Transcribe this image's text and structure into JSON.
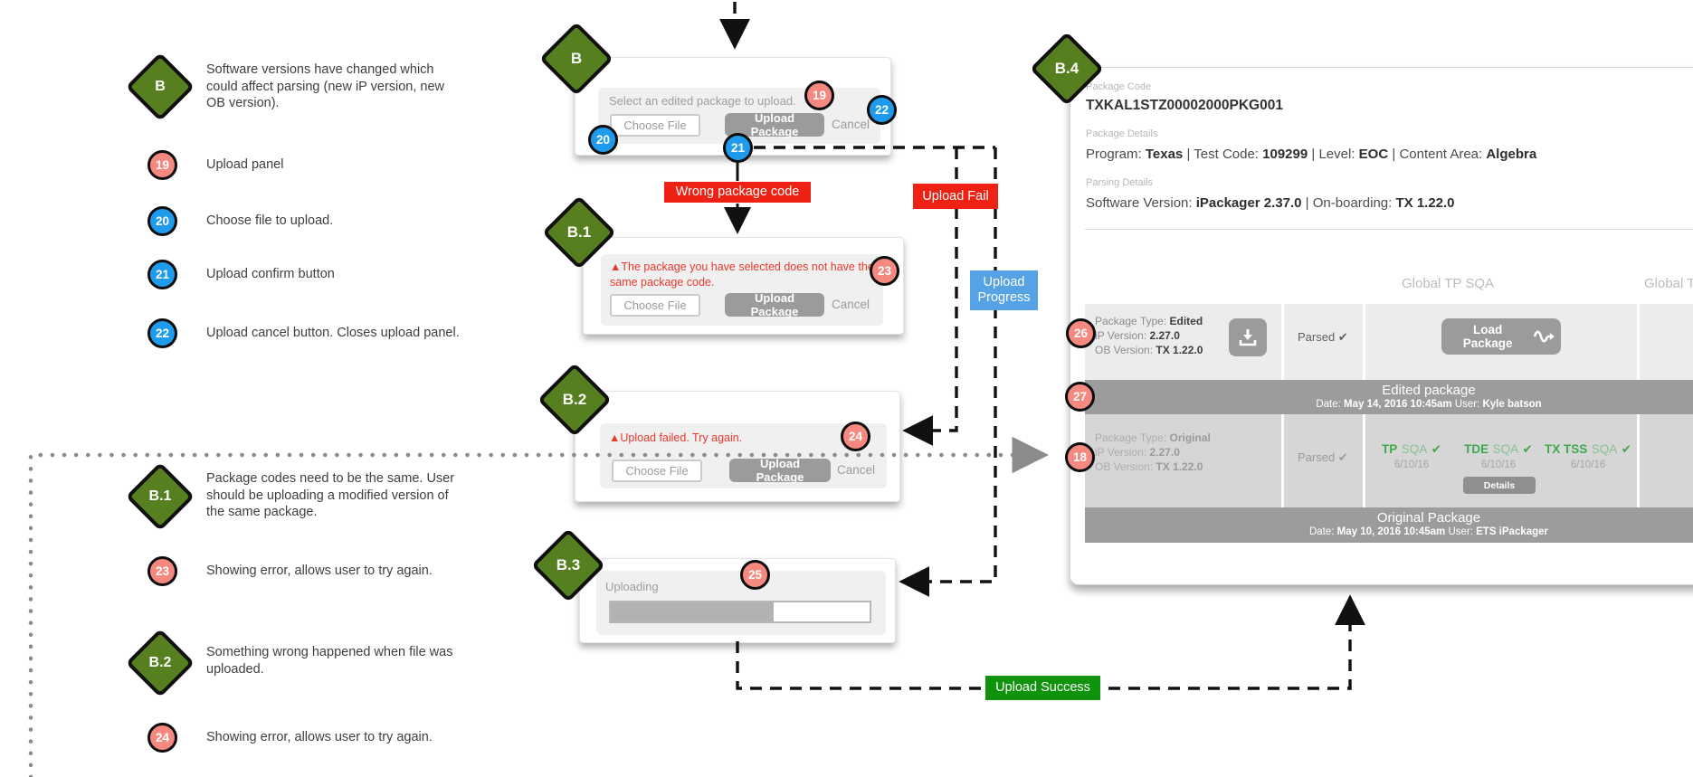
{
  "legend": {
    "b": {
      "id": "B",
      "text": "Software versions have changed which could affect parsing (new iP version, new OB version)."
    },
    "b1": {
      "id": "B.1",
      "text": "Package codes need to be the same. User should be uploading a modified version of the same package."
    },
    "b2": {
      "id": "B.2",
      "text": "Something wrong happened when file was uploaded."
    },
    "items": [
      {
        "num": "19",
        "text": "Upload panel"
      },
      {
        "num": "20",
        "text": "Choose file to upload."
      },
      {
        "num": "21",
        "text": "Upload confirm button"
      },
      {
        "num": "22",
        "text": "Upload cancel button. Closes upload panel."
      },
      {
        "num": "23",
        "text": "Showing error, allows user to try again."
      },
      {
        "num": "24",
        "text": "Showing error, allows user to try again."
      }
    ]
  },
  "upload_common": {
    "choose": "Choose File",
    "upload": "Upload Package",
    "cancel": "Cancel"
  },
  "panels": {
    "b": {
      "diamond": "B",
      "title": "Select an edited package to upload."
    },
    "b1": {
      "diamond": "B.1",
      "error": "▲The package you have selected does not have the same package code."
    },
    "b2": {
      "diamond": "B.2",
      "error": "▲Upload failed. Try again."
    },
    "b3": {
      "diamond": "B.3",
      "status": "Uploading",
      "progress_percent": 63
    }
  },
  "markers": {
    "m18": "18",
    "m19": "19",
    "m20": "20",
    "m21": "21",
    "m22": "22",
    "m23": "23",
    "m24": "24",
    "m25": "25",
    "m26": "26",
    "m27": "27"
  },
  "flow_labels": {
    "wrong_code": "Wrong package code",
    "fail": "Upload Fail",
    "progress": "Upload Progress",
    "success": "Upload Success"
  },
  "detail": {
    "diamond": "B.4",
    "sep": "|",
    "package_code_label": "Package Code",
    "package_code": "TXKAL1STZ00002000PKG001",
    "package_details_label": "Package Details",
    "program_label": "Program:",
    "program": "Texas",
    "test_code_label": "Test Code:",
    "test_code": "109299",
    "level_label": "Level:",
    "level": "EOC",
    "content_area_label": "Content Area:",
    "content_area": "Algebra",
    "parsing_details_label": "Parsing Details",
    "software_version_label": "Software Version:",
    "software_version": "iPackager 2.37.0",
    "onboarding_label": "On-boarding:",
    "onboarding": "TX 1.22.0",
    "columns": {
      "tp_sqa": "Global TP SQA",
      "right": "Global TD"
    },
    "row_edited": {
      "package_type_label": "Package Type:",
      "package_type": "Edited",
      "ip_label": "iP Version:",
      "ip": "2.27.0",
      "ob_label": "OB Version:",
      "ob": "TX 1.22.0",
      "parsed": "Parsed ✔",
      "load_button": "Load Package"
    },
    "row_original": {
      "package_type_label": "Package Type:",
      "package_type": "Original",
      "ip_label": "iP Version:",
      "ip": "2.27.0",
      "ob_label": "OB Version:",
      "ob": "TX 1.22.0",
      "parsed": "Parsed ✔",
      "checks": [
        {
          "name": "TP",
          "label": "SQA",
          "mark": "✔",
          "date": "6/10/16"
        },
        {
          "name": "TDE",
          "label": "SQA",
          "mark": "✔",
          "date": "6/10/16"
        },
        {
          "name": "TX TSS",
          "label": "SQA",
          "mark": "✔",
          "date": "6/10/16"
        }
      ],
      "details_button": "Details"
    },
    "bar_edited": {
      "title": "Edited package",
      "date_label": "Date:",
      "date": "May 14, 2016 10:45am",
      "user_label": "User:",
      "user": "Kyle batson"
    },
    "bar_original": {
      "title": "Original Package",
      "date_label": "Date:",
      "date": "May 10, 2016 10:45am",
      "user_label": "User:",
      "user": "ETS iPackager"
    }
  }
}
